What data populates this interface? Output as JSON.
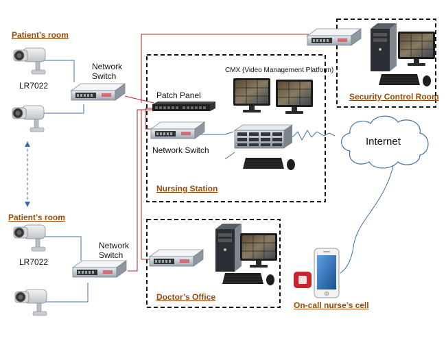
{
  "labels": {
    "patients_room_top": "Patient’s room",
    "patients_room_bottom": "Patient’s room",
    "camera_model_top": "LR7022",
    "camera_model_bottom": "LR7022",
    "network_switch_top": "Network\nSwitch",
    "network_switch_bottom": "Network\nSwitch",
    "patch_panel": "Patch Panel",
    "network_switch_station": "Network Switch",
    "cmx": "CMX (Video Management Platform)",
    "nursing_station": "Nursing Station",
    "security_control_room": "Security Control Room",
    "internet": "Internet",
    "doctors_office": "Doctor’s Office",
    "oncall_nurse_cell": "On-call nurse’s cell"
  },
  "colors": {
    "accent_label": "#9a4a06",
    "red_link": "#b0242a",
    "blue_link": "#3f6fa8",
    "zone_border": "#111111"
  }
}
